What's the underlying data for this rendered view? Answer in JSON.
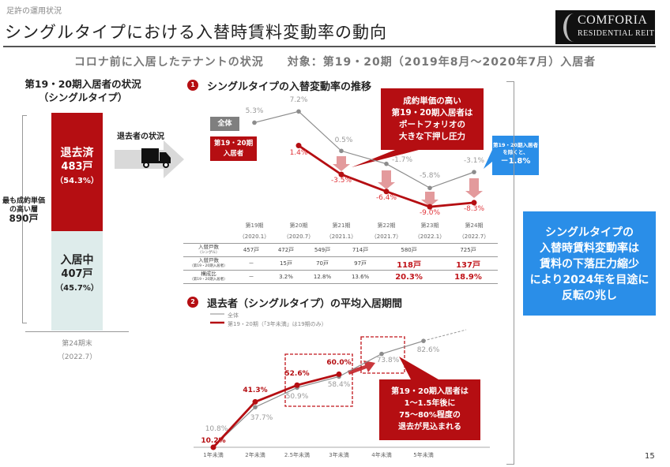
{
  "header": {
    "breadcrumb": "足許の運用状況",
    "title": "シングルタイプにおける入替時賃料変動率の動向",
    "logo": {
      "line1": "COMFORIA",
      "line2": "RESIDENTIAL REIT"
    }
  },
  "headline": "コロナ前に入居したテナントの状況　　対象：第19・20期（2019年8月～2020年7月）入居者",
  "left_panel": {
    "title_line1": "第19・20期入居者の状況",
    "title_line2": "（シングルタイプ）",
    "top_label": {
      "line1": "最も成約単価",
      "line2": "の高い層",
      "count": "890戸"
    },
    "moved_out": {
      "label": "退去済",
      "count": "483戸",
      "pct": "（54.3%）",
      "share": 54.3
    },
    "residing": {
      "label": "入居中",
      "count": "407戸",
      "pct": "（45.7%）",
      "share": 45.7
    },
    "period": "第24期末",
    "period_date": "（2022.7）",
    "leaver_label": "退去者の状況",
    "truck_icon": "truck-icon"
  },
  "section1": {
    "num": "1",
    "title": "シングルタイプの入替変動率の推移",
    "legend_all": "全体",
    "legend_red_1": "第19・20期",
    "legend_red_2": "入居者",
    "callout": [
      "成約単価の高い",
      "第19・20期入居者は",
      "ポートフォリオの",
      "大きな下押し圧力"
    ],
    "blue_callout": {
      "line1": "第19・20期入居者",
      "line2": "を除くと、",
      "value": "－1.8%"
    }
  },
  "table": {
    "rows": [
      {
        "label": "入替戸数",
        "sub": "（シングル）",
        "values": [
          "457戸",
          "472戸",
          "549戸",
          "714戸",
          "580戸",
          "725戸"
        ]
      },
      {
        "label": "入替戸数",
        "sub": "（第19・20期入居者）",
        "values": [
          "－",
          "15戸",
          "70戸",
          "97戸",
          "118戸",
          "137戸"
        ]
      },
      {
        "label": "構成比",
        "sub": "（第19・20期入居者）",
        "values": [
          "－",
          "3.2%",
          "12.8%",
          "13.6%",
          "20.3%",
          "18.9%"
        ]
      }
    ]
  },
  "blue_box": [
    "シングルタイプの",
    "入替時賃料変動率は",
    "賃料の下落圧力縮少",
    "により2024年を目途に",
    "反転の兆し"
  ],
  "section2": {
    "num": "2",
    "title": "退去者（シングルタイプ）の平均入居期間",
    "legend_all": "全体",
    "legend_red": "第19・20期（「3年未満」は19期のみ）",
    "callout": [
      "第19・20期入居者は",
      "1～1.5年後に",
      "75～80%程度の",
      "退去が見込まれる"
    ]
  },
  "page_number": "15",
  "colors": {
    "red": "#b50e12",
    "gray": "#8c8c8c",
    "blue": "#2a8ee8",
    "pink": "#e39a9c",
    "label_red": "#e0343a"
  },
  "chart_data": [
    {
      "type": "line",
      "title": "シングルタイプの入替変動率の推移",
      "categories": [
        "第19期",
        "第20期",
        "第21期",
        "第22期",
        "第23期",
        "第24期"
      ],
      "category_dates": [
        "（2020.1）",
        "（2020.7）",
        "（2021.1）",
        "（2021.7）",
        "（2022.1）",
        "（2022.7）"
      ],
      "series": [
        {
          "name": "全体",
          "values": [
            5.3,
            7.2,
            0.5,
            -1.7,
            -5.8,
            -3.1
          ],
          "labels": [
            "5.3%",
            "7.2%",
            "0.5%",
            "-1.7%",
            "-5.8%",
            "-3.1%"
          ]
        },
        {
          "name": "第19・20期入居者",
          "values": [
            null,
            1.4,
            -3.5,
            -6.4,
            -9.0,
            -8.3
          ],
          "labels": [
            null,
            "1.4%",
            "-3.5%",
            "-6.4%",
            "-9.0%",
            "-8.3%"
          ]
        }
      ],
      "grid": false
    },
    {
      "type": "line",
      "title": "退去者（シングルタイプ）の平均入居期間",
      "categories": [
        "1年未満",
        "2年未満",
        "2.5年未満",
        "3年未満",
        "4年未満",
        "5年未満"
      ],
      "series": [
        {
          "name": "全体",
          "values": [
            10.8,
            37.7,
            50.9,
            58.4,
            73.8,
            82.6
          ],
          "labels": [
            "10.8%",
            "37.7%",
            "50.9%",
            "58.4%",
            "73.8%",
            "82.6%"
          ]
        },
        {
          "name": "第19・20期（「3年未満」は19期のみ）",
          "values": [
            10.2,
            41.3,
            52.6,
            60.0,
            null,
            null
          ],
          "labels": [
            "10.2%",
            "41.3%",
            "52.6%",
            "60.0%",
            null,
            null
          ]
        }
      ],
      "legend": "top-left",
      "grid": false
    }
  ]
}
